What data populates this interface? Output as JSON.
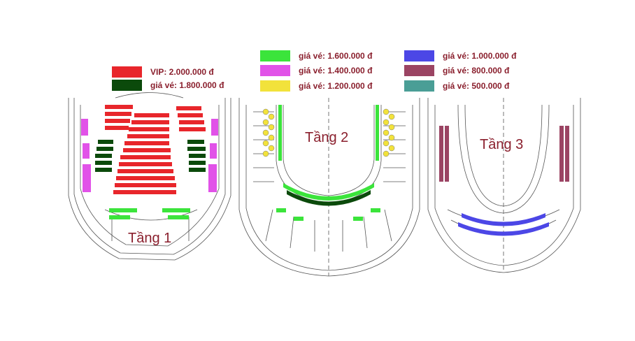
{
  "legend": [
    {
      "id": "vip",
      "color": "#e8262b",
      "label": "VIP: 2.000.000 đ"
    },
    {
      "id": "p1800",
      "color": "#0b4a0b",
      "label": "giá vé: 1.800.000 đ"
    },
    {
      "id": "p1600",
      "color": "#3be43b",
      "label": "giá vé: 1.600.000 đ"
    },
    {
      "id": "p1400",
      "color": "#e152e8",
      "label": "giá vé: 1.400.000 đ"
    },
    {
      "id": "p1200",
      "color": "#f2e23b",
      "label": "giá vé: 1.200.000 đ"
    },
    {
      "id": "p1000",
      "color": "#4c47e6",
      "label": "giá vé: 1.000.000 đ"
    },
    {
      "id": "p800",
      "color": "#9b4463",
      "label": "giá vé: 800.000 đ"
    },
    {
      "id": "p500",
      "color": "#4a9e96",
      "label": "giá vé: 500.000 đ"
    }
  ],
  "floors": {
    "floor1": "Tầng 1",
    "floor2": "Tầng 2",
    "floor3": "Tầng 3"
  }
}
